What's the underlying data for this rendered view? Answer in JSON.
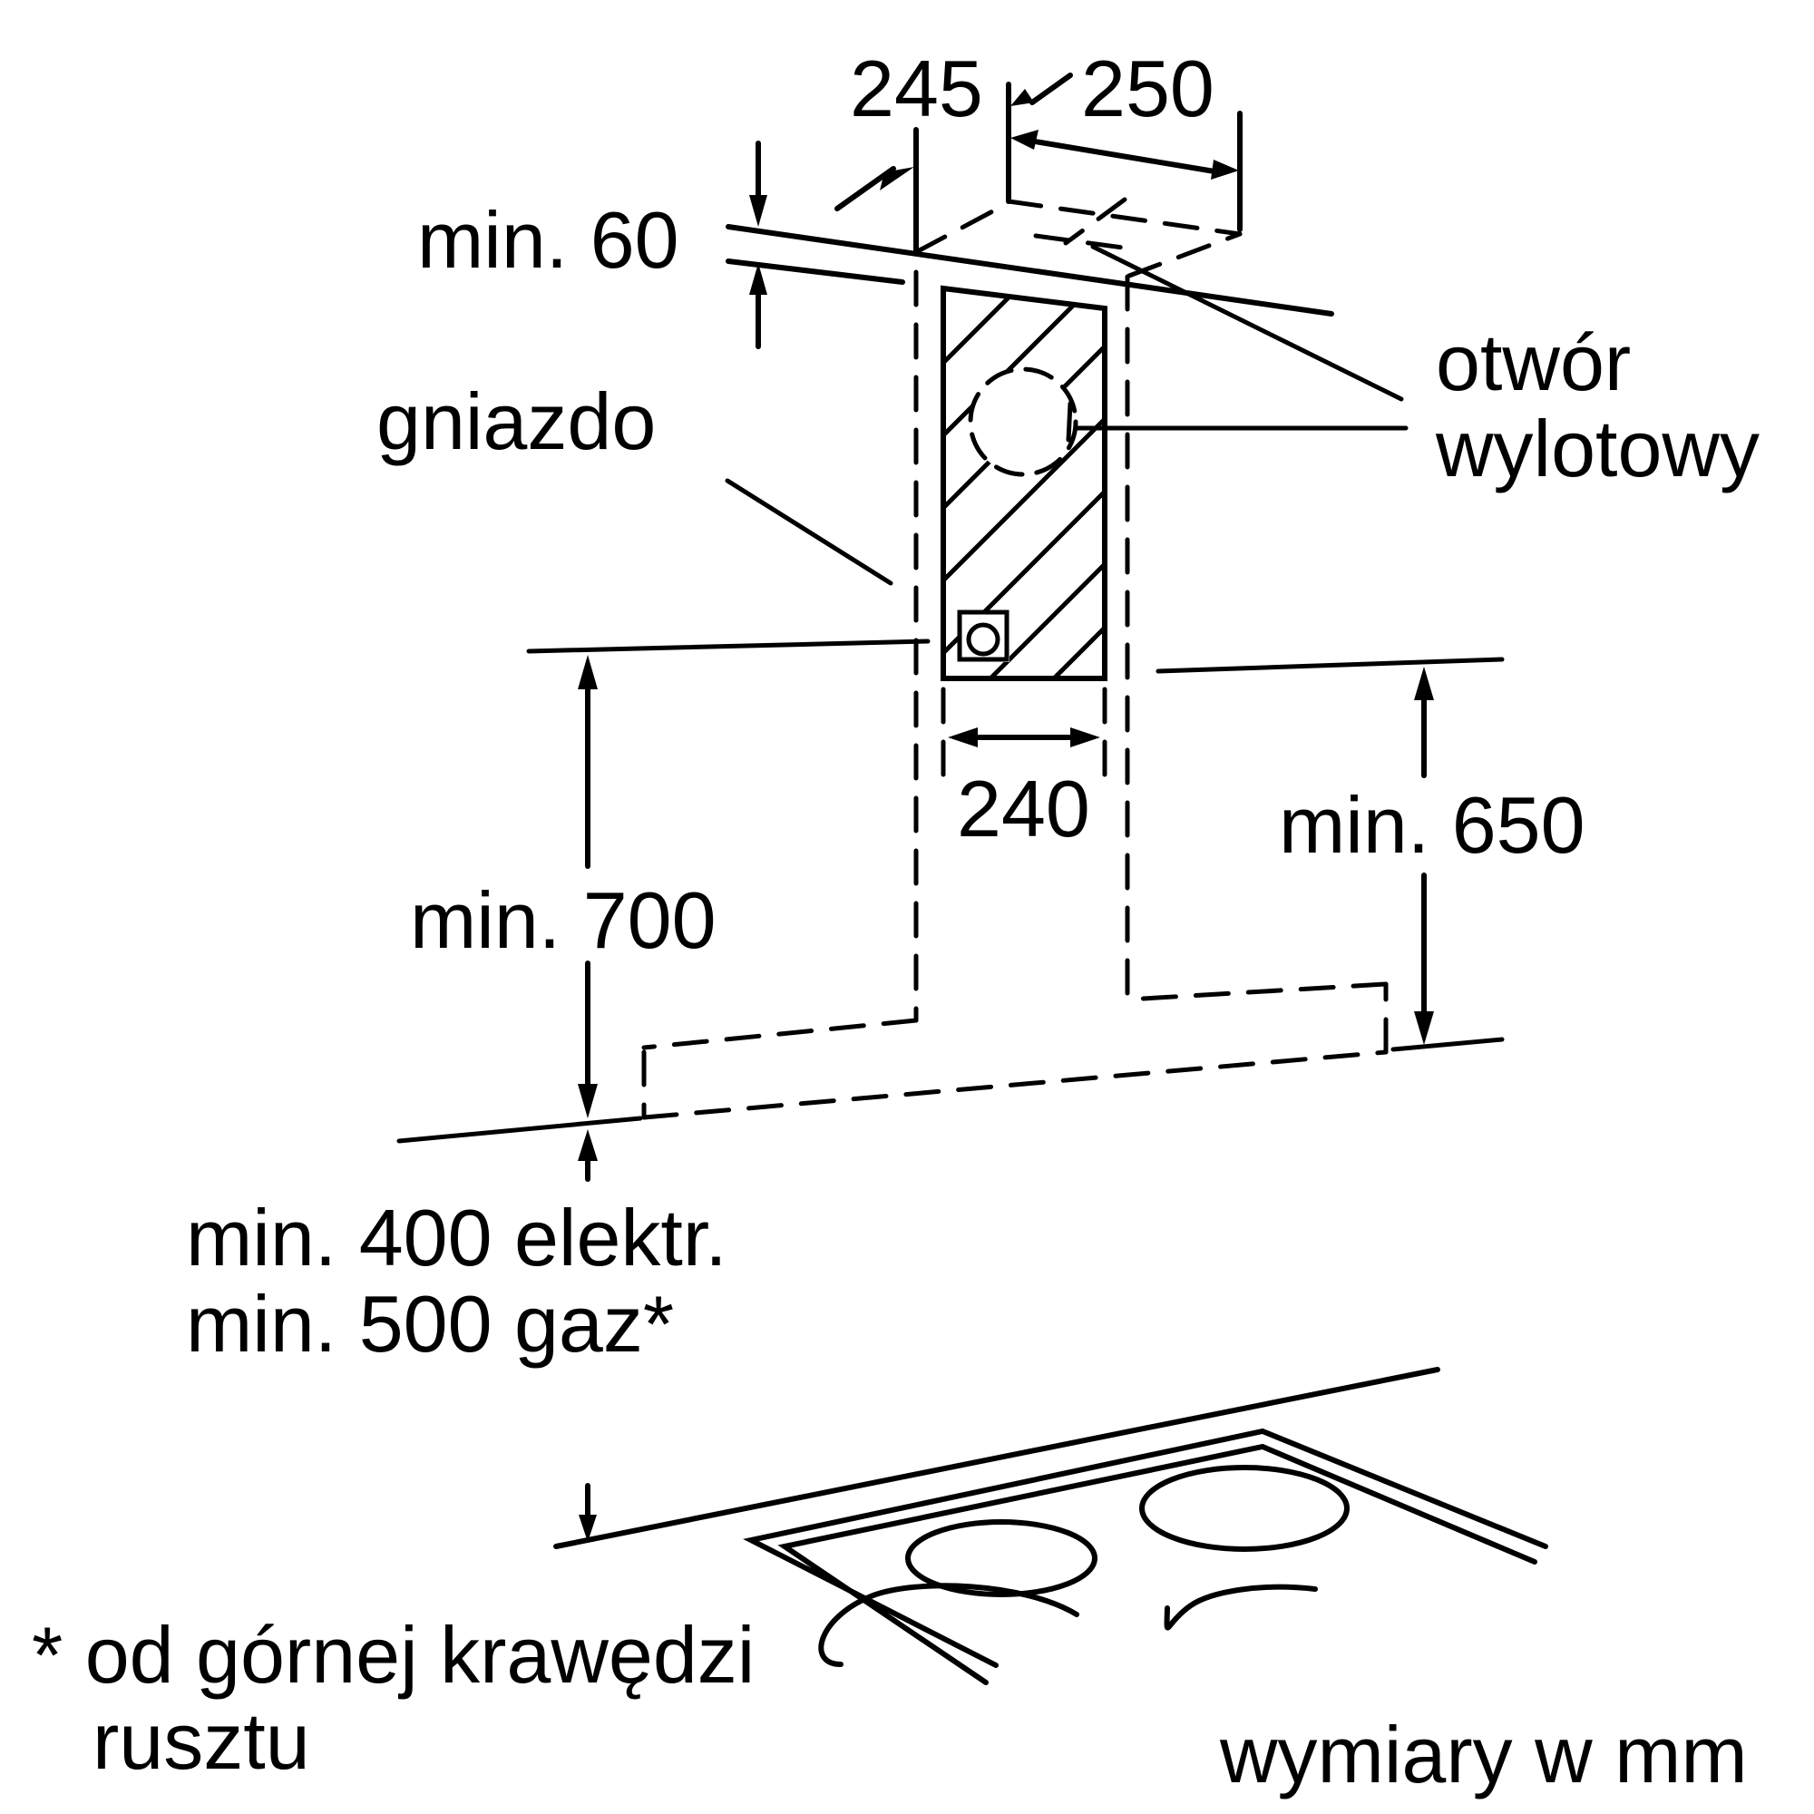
{
  "diagram": {
    "dimensions": {
      "depth_245": "245",
      "width_250": "250",
      "min_60": "min. 60",
      "socket_width_240": "240",
      "min_650": "min. 650",
      "min_700": "min. 700",
      "min_400_elektr": "min. 400 elektr.",
      "min_500_gaz": "min. 500 gaz*"
    },
    "labels": {
      "socket": "gniazdo",
      "outlet_line1": "otwór",
      "outlet_line2": "wylotowy"
    },
    "footnote": {
      "line1": "* od górnej krawędzi",
      "line2": "rusztu"
    },
    "units_note": "wymiary w mm",
    "colors": {
      "ink": "#000000",
      "background": "#ffffff"
    }
  }
}
